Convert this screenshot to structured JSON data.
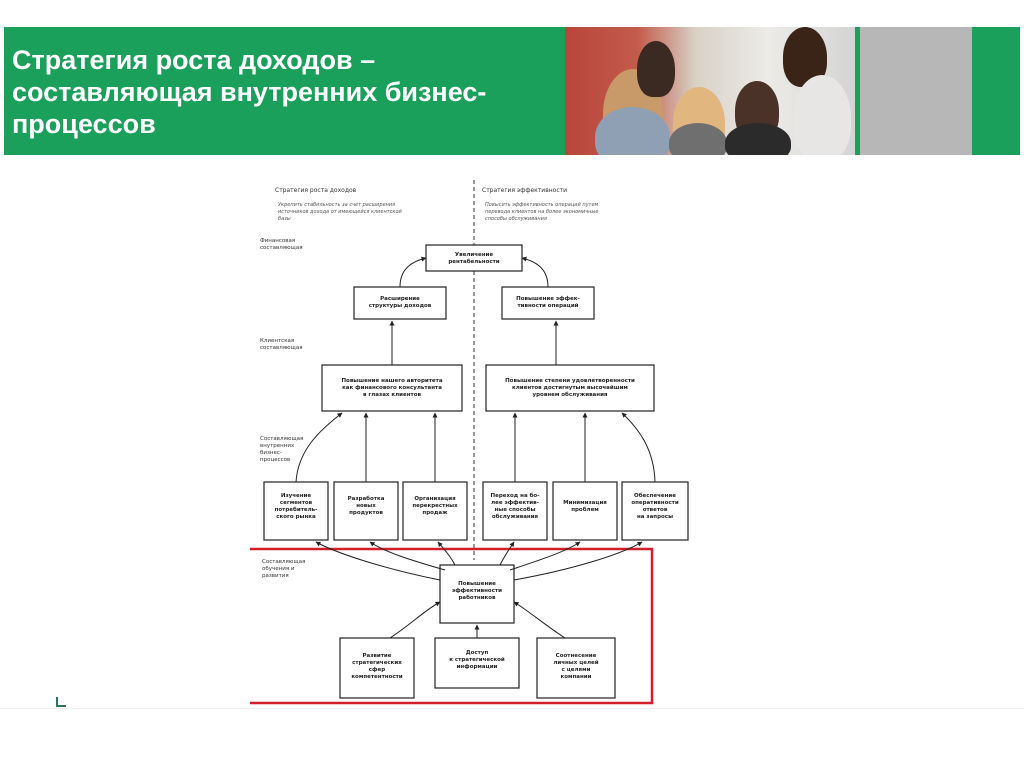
{
  "slide": {
    "title": "Стратегия роста доходов –\nсоставляющая внутренних бизнес-\nпроцессов",
    "accent_color": "#1aa05a",
    "highlight_color": "#d31f2a"
  },
  "diagram": {
    "left_strategy": {
      "title": "Стратегия роста доходов",
      "subtitle": "Укрепить стабильность за счет расширения источников дохода от имеющейся клиентской базы"
    },
    "right_strategy": {
      "title": "Стратегия эффективности",
      "subtitle": "Повысить эффективность операций путем перевода клиентов на более экономичные способы обслуживания"
    },
    "perspectives": {
      "financial": "Финансовая составляющая",
      "customer": "Клиентская составляющая",
      "internal": "Составляющая внутренних бизнес-процессов",
      "learning": "Составляющая обучения и развития"
    },
    "boxes": {
      "profitability": "Увеличение рентабельности",
      "revenue_mix": "Расширение структуры доходов",
      "op_efficiency": "Повышение эффективности операций",
      "trust": "Повышение нашего авторитета как финансового консультанта в глазах клиентов",
      "satisfaction": "Повышение степени удовлетворенности клиентов достигнутым высочайшим уровнем обслуживания",
      "understand": "Изучение сегментов потребительского рынка",
      "new_products": "Разработка новых продуктов",
      "cross_sell": "Организация перекрестных продаж",
      "shift_channel": "Переход на более эффективные способы обслуживания",
      "minimize": "Минимизация проблем",
      "responsive": "Обеспечение оперативности ответов на запросы",
      "productivity": "Повышение эффективности работников",
      "competencies": "Развитие стратегических сфер компетентности",
      "info_access": "Доступ к стратегической информации",
      "goals": "Соотнесение личных целей с целями компании"
    }
  }
}
